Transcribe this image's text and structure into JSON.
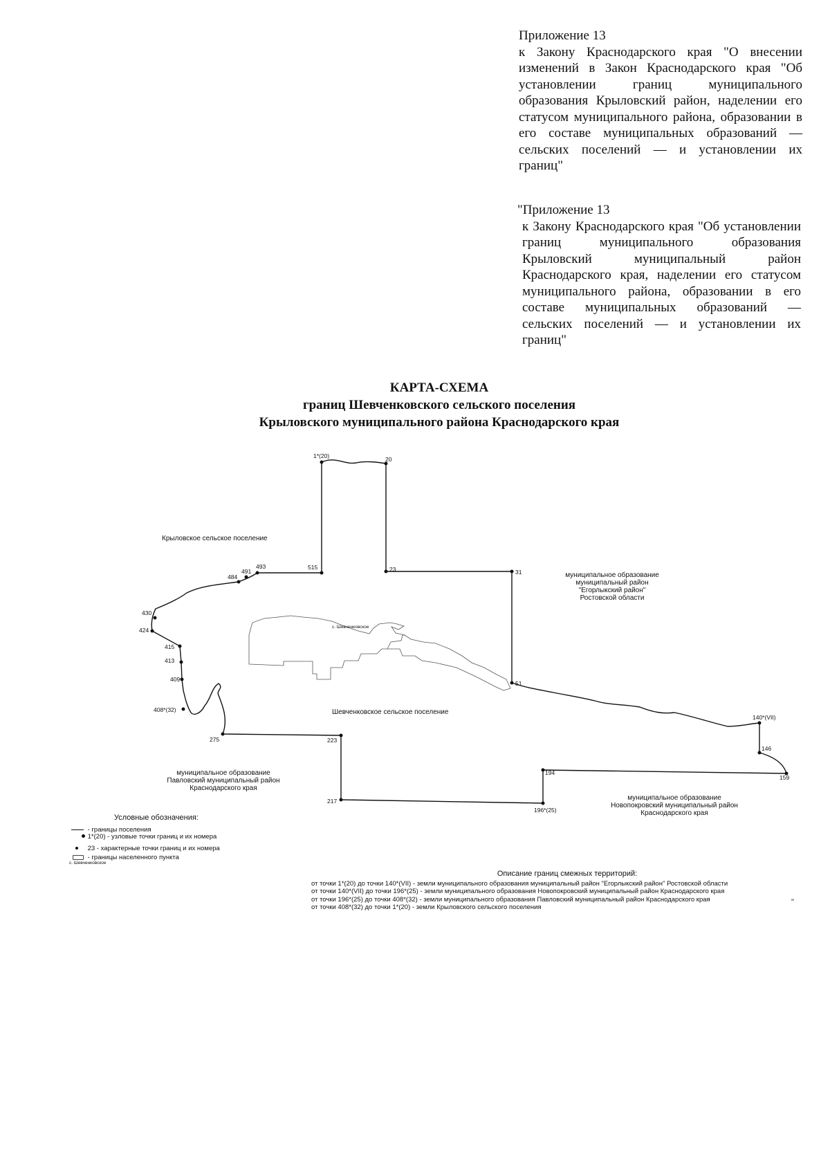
{
  "appendix_amend": {
    "heading": "Приложение 13",
    "body": "к Закону Краснодарского края \"О внесении изменений в Закон Краснодарского края \"Об установлении границ муниципального образования Крыловский район, наделении его статусом муниципального района, образовании в его составе муниципальных образований — сельских поселений — и установлении их границ\""
  },
  "appendix_original": {
    "heading": "\"Приложение 13",
    "body": "к Закону Краснодарского края \"Об установлении границ муниципального образования Крыловский муниципальный район Краснодарского края, наделении его статусом муниципального района, образовании в его составе муниципальных образований — сельских поселений — и установлении их границ\""
  },
  "map_title": {
    "line1": "КАРТА-СХЕМА",
    "line2": "границ Шевченковского сельского поселения",
    "line3": "Крыловского муниципального района Краснодарского края"
  },
  "map": {
    "regions": {
      "krylovskoe": "Крыловское сельское поселение",
      "egorlyk_1": "муниципальное образование",
      "egorlyk_2": "муниципальный район",
      "egorlyk_3": "\"Егорлыкский район\"",
      "egorlyk_4": "Ростовской области",
      "settlement": "с. Шевченковское",
      "shevchenkovskoe": "Шевченковское сельское поселение",
      "pavlovsky_1": "муниципальное образование",
      "pavlovsky_2": "Павловский муниципальный район",
      "pavlovsky_3": "Краснодарского края",
      "novopokrovsky_1": "муниципальное образование",
      "novopokrovsky_2": "Новопокровский муниципальный район",
      "novopokrovsky_3": "Краснодарского края"
    },
    "points": {
      "p1": "1*(20)",
      "p20": "20",
      "p515": "515",
      "p493": "493",
      "p491": "491",
      "p484": "484",
      "p430": "430",
      "p424": "424",
      "p415": "415",
      "p413": "413",
      "p409": "409",
      "p408": "408*(32)",
      "p275": "275",
      "p223": "223",
      "p217": "217",
      "p196": "196*(25)",
      "p194": "194",
      "p159": "159",
      "p146": "146",
      "p140": "140*(VII)",
      "p51": "51",
      "p31": "31",
      "p23": "23"
    }
  },
  "legend": {
    "title": "Условные обозначения:",
    "boundary": "- границы поселения",
    "nodal_points": "1*(20) - узловые точки границ   и их номера",
    "char_point_num": "23",
    "char_points": "- характерные точки границ   и их номера",
    "settlement_boundary": "- границы населенного пункта",
    "settlement_name": "с. Шевченковское"
  },
  "description": {
    "title": "Описание границ смежных территорий:",
    "lines": [
      "от точки 1*(20) до точки 140*(VII) - земли муниципального образования муниципальный район \"Егорлыкский район\" Ростовской области",
      "от точки 140*(VII) до точки 196*(25) - земли муниципального образования Новопокровский муниципальный район Краснодарского края",
      "от точки 196*(25) до точки 408*(32) - земли муниципального образования Павловский муниципальный район Краснодарского края",
      "от точки 408*(32) до точки 1*(20) - земли Крыловского сельского поселения"
    ],
    "closing_quote": "\""
  }
}
